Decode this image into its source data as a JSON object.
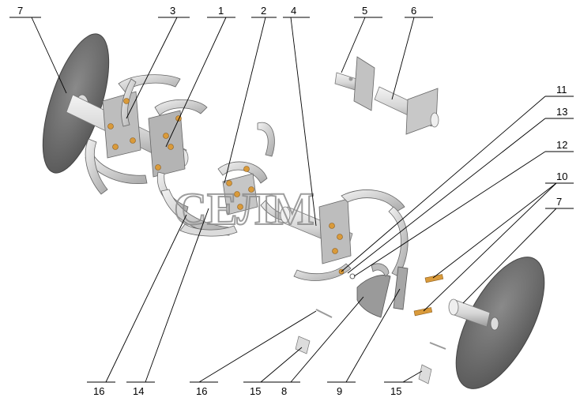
{
  "diagram": {
    "watermark": "СЕЛМ",
    "callouts": [
      {
        "id": "c7a",
        "label": "7"
      },
      {
        "id": "c3",
        "label": "3"
      },
      {
        "id": "c1",
        "label": "1"
      },
      {
        "id": "c2",
        "label": "2"
      },
      {
        "id": "c4",
        "label": "4"
      },
      {
        "id": "c5",
        "label": "5"
      },
      {
        "id": "c6",
        "label": "6"
      },
      {
        "id": "c11",
        "label": "11"
      },
      {
        "id": "c13",
        "label": "13"
      },
      {
        "id": "c12",
        "label": "12"
      },
      {
        "id": "c10",
        "label": "10"
      },
      {
        "id": "c7b",
        "label": "7"
      },
      {
        "id": "c16a",
        "label": "16"
      },
      {
        "id": "c14",
        "label": "14"
      },
      {
        "id": "c16b",
        "label": "16"
      },
      {
        "id": "c15a",
        "label": "15"
      },
      {
        "id": "c8",
        "label": "8"
      },
      {
        "id": "c9",
        "label": "9"
      },
      {
        "id": "c15b",
        "label": "15"
      }
    ],
    "colors": {
      "disc": "#6f6f6f",
      "metal_light": "#e8e8e8",
      "metal_mid": "#bdbdbd",
      "metal_dark": "#8a8a8a",
      "bolt": "#d99a3a"
    }
  }
}
